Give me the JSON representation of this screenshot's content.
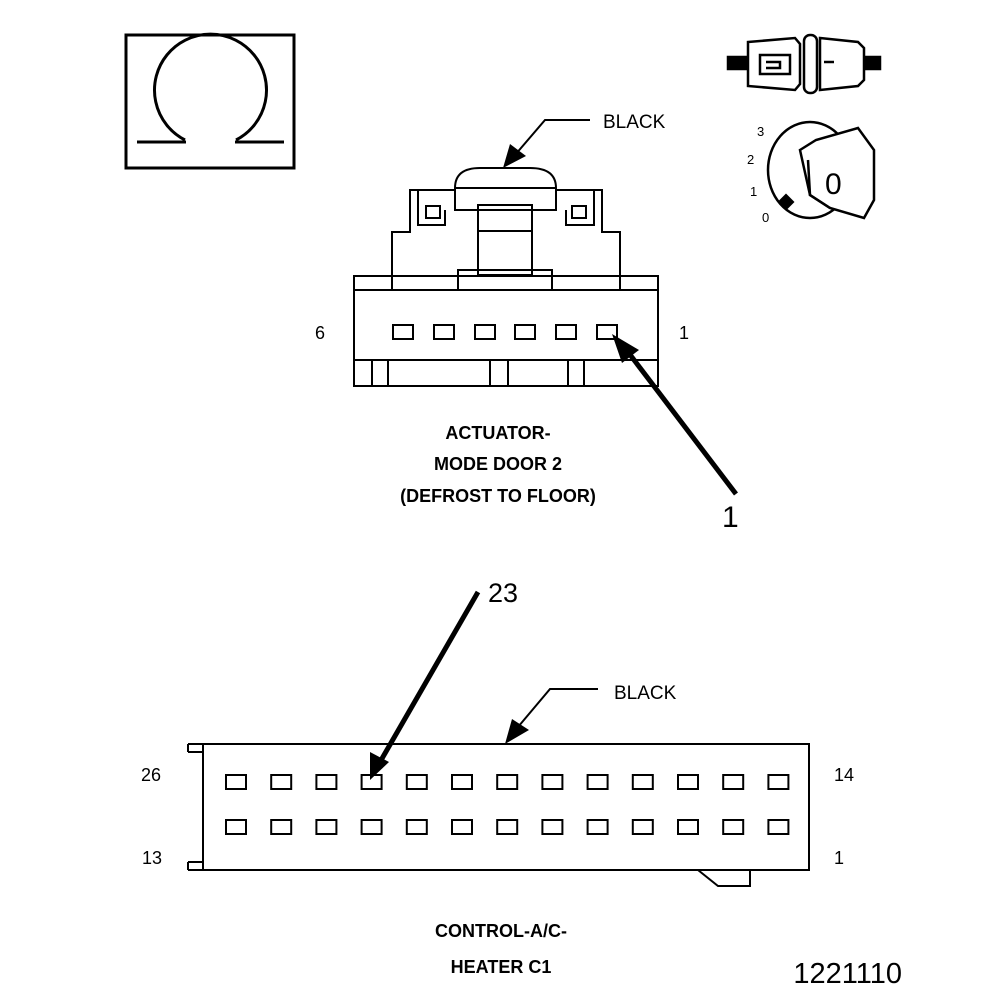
{
  "ohm_symbol": {
    "icon": "ohm-icon"
  },
  "ignition_symbol": {
    "icon": "ignition-key-icon",
    "positions": [
      "3",
      "2",
      "1",
      "0"
    ],
    "key_label": "0"
  },
  "connector_top": {
    "color_label": "BLACK",
    "pin_left_label": "6",
    "pin_right_label": "1",
    "name_lines": [
      "ACTUATOR-",
      "MODE DOOR 2",
      "(DEFROST TO FLOOR)"
    ],
    "callout": "1"
  },
  "connector_bottom": {
    "color_label": "BLACK",
    "callout": "23",
    "pin_top_left": "26",
    "pin_top_right": "14",
    "pin_bottom_left": "13",
    "pin_bottom_right": "1",
    "name_lines": [
      "CONTROL-A/C-",
      "HEATER C1"
    ]
  },
  "figure_number": "1221110"
}
